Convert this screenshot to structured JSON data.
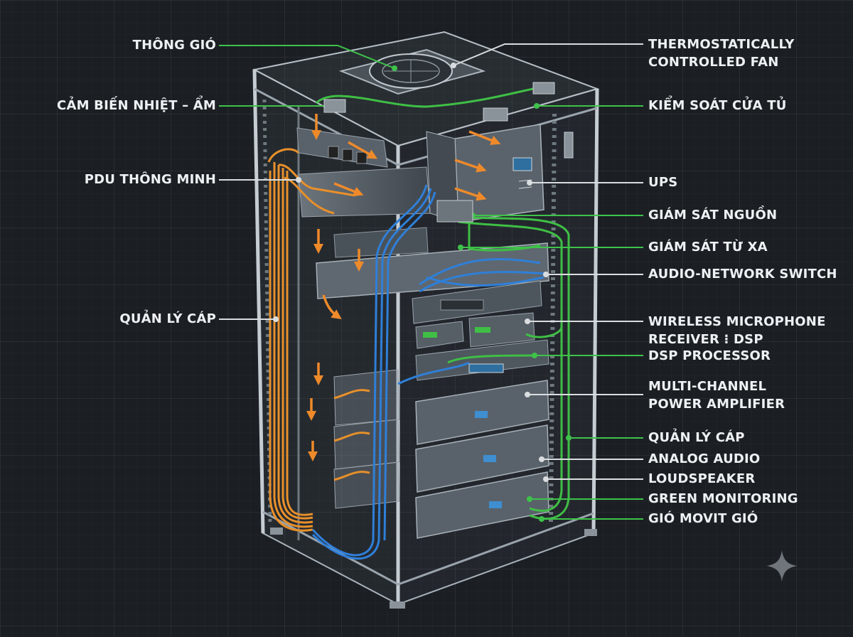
{
  "labels": {
    "left": {
      "ventilation": "THÔNG GIÓ",
      "temp_humidity_sensor": "CẢM BIẾN NHIỆT – ẨM",
      "smart_pdu": "PDU THÔNG MINH",
      "cable_management": "QUẢN LÝ CÁP"
    },
    "right": {
      "thermostatic_fan": [
        "THERMOSTATICALLY",
        "CONTROLLED FAN"
      ],
      "door_control": "KIỂM SOÁT CỬA TỦ",
      "ups": "UPS",
      "power_monitoring": "GIÁM SÁT NGUỒN",
      "remote_monitoring": "GIÁM SÁT TỪ XA",
      "audio_network_switch": "AUDIO-NETWORK SWITCH",
      "wireless_mic_receiver": [
        "WIRELESS MICROPHONE",
        "RECEIVER ⁝ DSP"
      ],
      "dsp_processor": "DSP PROCESSOR",
      "power_amplifier": [
        "MULTI-CHANNEL",
        "POWER AMPLIFIER"
      ],
      "cable_management": "QUẢN LÝ CÁP",
      "analog_audio": "ANALOG AUDIO",
      "loudspeaker": "LOUDSPEAKER",
      "green_monitoring": "GREEN MONITORING",
      "airflow": "GIÓ MO​VIT GIÓ"
    }
  },
  "colors": {
    "background": "#1b1f24",
    "leader_green": "#3ec24a",
    "leader_white": "#d9dde0",
    "cable_orange": "#e8902a",
    "cable_blue": "#2f7fd8",
    "cable_green": "#3fbf45",
    "airflow_arrow": "#ef8a2a",
    "text": "#eef1f3"
  },
  "icons": {
    "watermark": "sparkle-icon"
  }
}
